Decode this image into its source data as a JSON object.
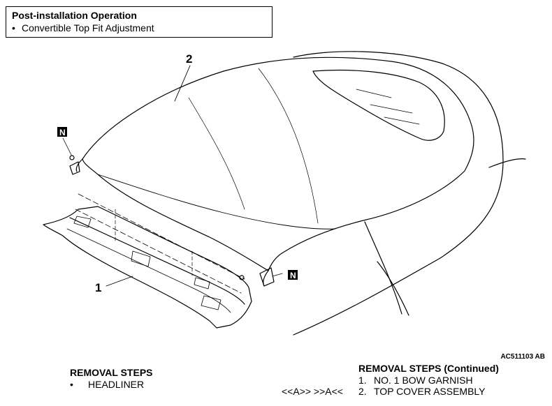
{
  "post_installation": {
    "title": "Post-installation Operation",
    "items": [
      "Convertible Top Fit Adjustment"
    ]
  },
  "callouts": {
    "part1": "1",
    "part2": "2",
    "new_part_mark": "N"
  },
  "figure_code": "AC511103 AB",
  "removal_steps": {
    "title": "REMOVAL STEPS",
    "items": [
      "HEADLINER"
    ]
  },
  "removal_steps_continued": {
    "title": "REMOVAL STEPS (Continued)",
    "rows": [
      {
        "ref": "",
        "num": "1.",
        "label": "NO. 1 BOW GARNISH"
      },
      {
        "ref": "<<A>>  >>A<<",
        "num": "2.",
        "label": "TOP COVER ASSEMBLY"
      }
    ]
  },
  "colors": {
    "ink": "#000000",
    "background": "#ffffff"
  }
}
